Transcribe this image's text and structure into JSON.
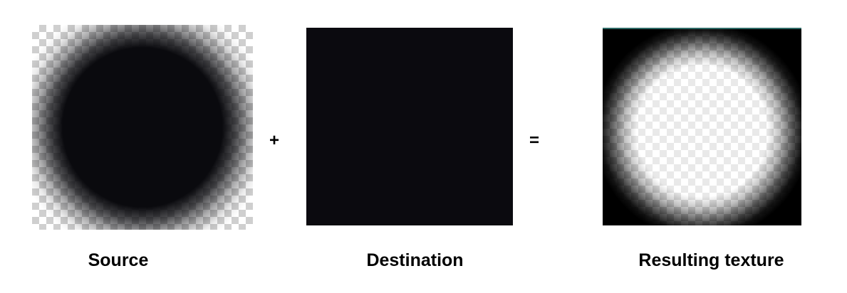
{
  "operators": {
    "plus": "+",
    "equals": "="
  },
  "labels": {
    "source": "Source",
    "destination": "Destination",
    "result": "Resulting texture"
  },
  "colors": {
    "disc": "#0a0a0e",
    "destination_fill": "#0b0a0f",
    "checker_light": "#ffffff",
    "checker_dark": "#cfcfcf",
    "result_border": "#2e6a66"
  }
}
